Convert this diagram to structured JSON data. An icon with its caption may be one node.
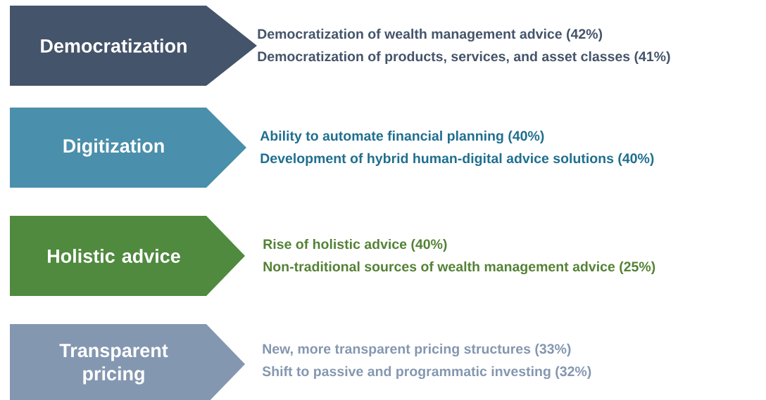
{
  "diagram": {
    "nodes": [
      {
        "text": [
          "Democratization"
        ],
        "beside": [
          "Democratization of wealth management advice (42%)",
          "Democratization of products, services, and asset classes (41%)"
        ]
      },
      {
        "text": [
          "Digitization"
        ],
        "beside": [
          "Ability to automate financial planning (40%)",
          "Development of hybrid human-digital advice solutions (40%)"
        ]
      },
      {
        "text": [
          "Holistic advice"
        ],
        "beside": [
          "Rise of holistic advice (40%)",
          "Non-traditional sources of wealth management advice (25%)"
        ]
      },
      {
        "text": [
          "Transparent pricing"
        ],
        "beside": [
          "New, more transparent pricing structures (33%)",
          "Shift to passive and programmatic investing (32%)"
        ]
      }
    ]
  }
}
